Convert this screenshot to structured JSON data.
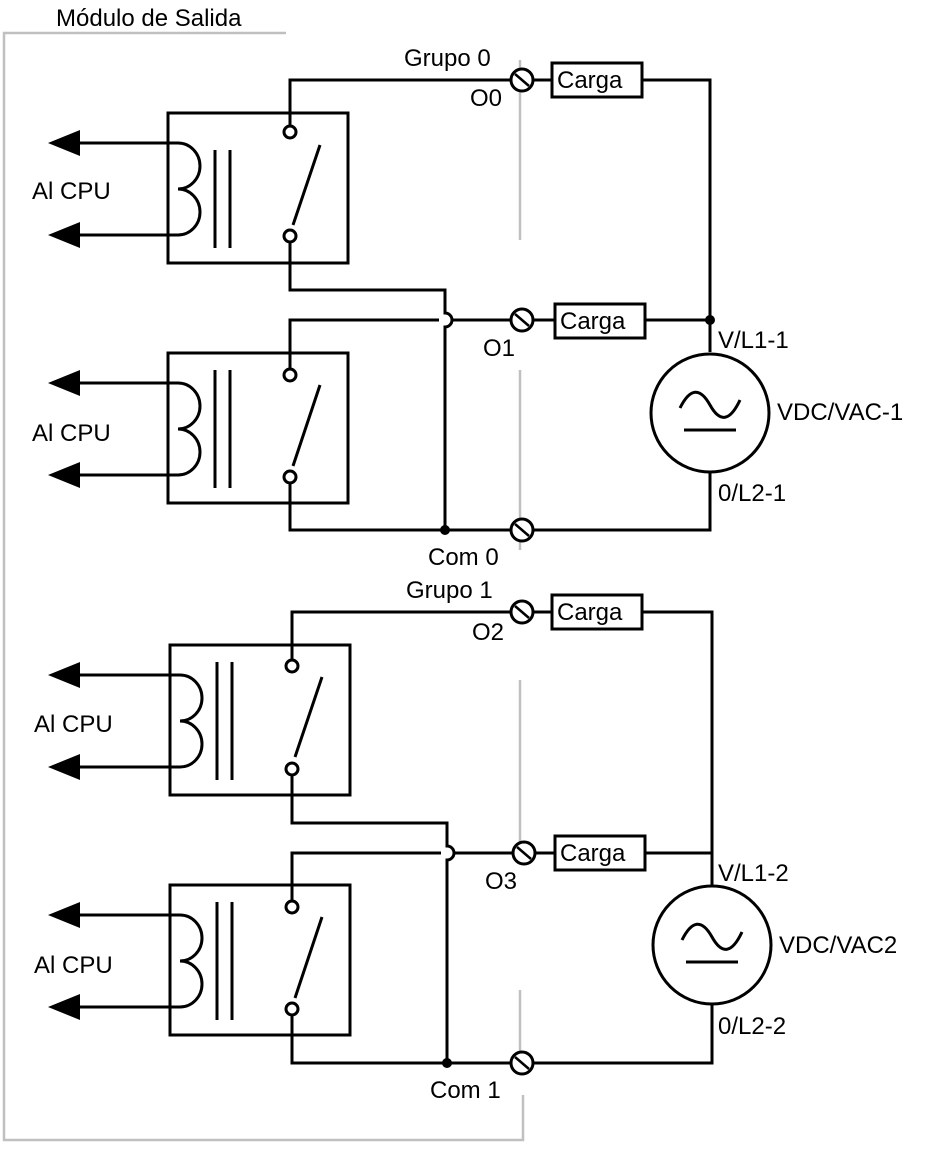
{
  "module": {
    "title": "Módulo de Salida"
  },
  "groups": [
    {
      "name": "Grupo 0",
      "outputs": [
        "O0",
        "O1"
      ],
      "common": "Com 0",
      "supply": {
        "name": "VDC/VAC-1",
        "top": "V/L1-1",
        "bottom": "0/L2-1"
      }
    },
    {
      "name": "Grupo 1",
      "outputs": [
        "O2",
        "O3"
      ],
      "common": "Com 1",
      "supply": {
        "name": "VDC/VAC2",
        "top": "V/L1-2",
        "bottom": "0/L2-2"
      }
    }
  ],
  "load_label": "Carga",
  "cpu_label": "Al CPU"
}
